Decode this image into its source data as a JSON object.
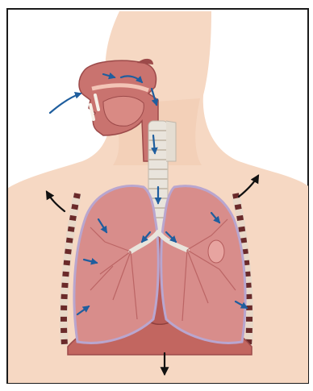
{
  "diagram": {
    "subject": "respiratory-system-inhalation",
    "colors": {
      "frame": "#1a1a1a",
      "background": "#ffffff",
      "skin": "#f6d8c3",
      "skin_shade": "#efc7ad",
      "tissue": "#c9736f",
      "tissue_dark": "#9c4a4a",
      "lung_fill": "#d88d8b",
      "lung_edge": "#b9a6cf",
      "airway_ring": "#e9e4dc",
      "rib_dark": "#6a2a2a",
      "rib_light": "#e8d8c8",
      "diaphragm": "#c26660",
      "air_arrow": "#1f5e9e",
      "motion_arrow": "#111111"
    },
    "icons": {
      "air_flow": "air-flow-arrow-icon",
      "chest_expansion": "expansion-arrow-icon",
      "diaphragm_motion": "down-arrow-icon"
    },
    "airflow_arrows": 12,
    "expansion_arrows": 3
  }
}
